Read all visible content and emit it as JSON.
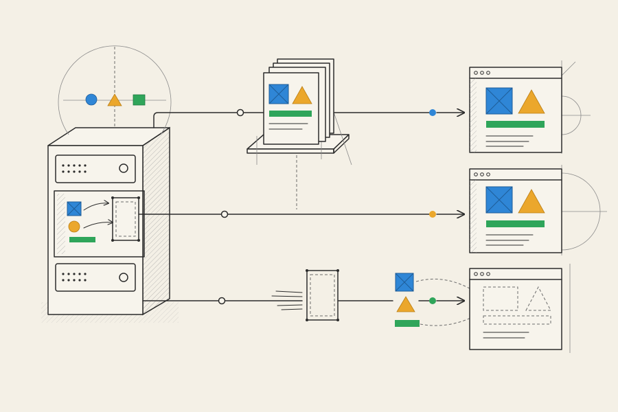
{
  "colors": {
    "background": "#f4f0e6",
    "ink": "#2b2b2b",
    "blue": "#2f86d6",
    "orange": "#eba72c",
    "green": "#2fa55a"
  },
  "icons": {
    "circle": "blue-circle-icon",
    "triangle": "orange-triangle-icon",
    "square": "green-square-icon",
    "image": "blue-crossed-square-icon",
    "window_dots": "window-dots-icon",
    "arrow": "arrow-right-icon"
  },
  "pipelines": [
    {
      "stage": "document-stack",
      "connector_color": "blue",
      "output": "rendered-page"
    },
    {
      "stage": "direct",
      "connector_color": "orange",
      "output": "rendered-page"
    },
    {
      "stage": "template-frame",
      "connector_color": "green",
      "output": "wireframe-page"
    }
  ]
}
